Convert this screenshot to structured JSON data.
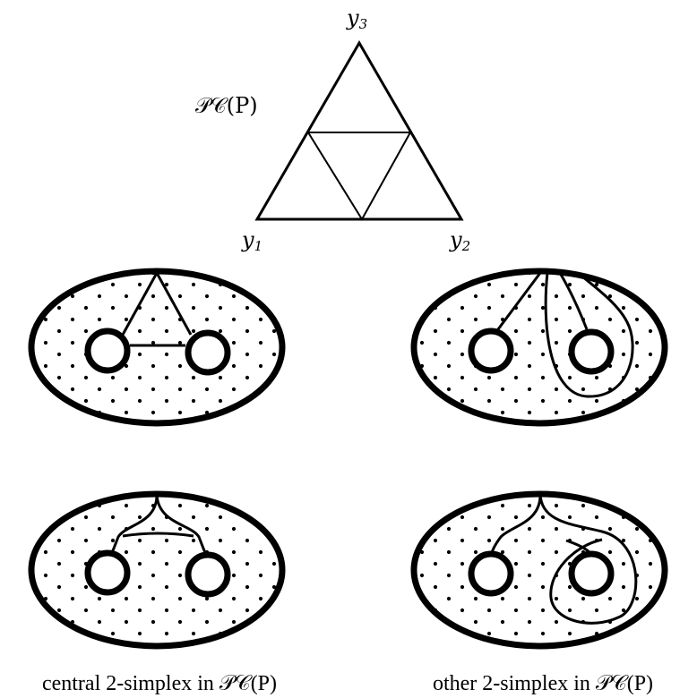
{
  "triangle": {
    "complex_label": "𝒫𝒞(P)",
    "vertex_top": "y",
    "vertex_top_sub": "3",
    "vertex_left": "y",
    "vertex_left_sub": "1",
    "vertex_right": "y",
    "vertex_right_sub": "2"
  },
  "captions": {
    "left": "central 2-simplex in 𝒫𝒞(P)",
    "right": "other 2-simplex in 𝒫𝒞(P)"
  }
}
